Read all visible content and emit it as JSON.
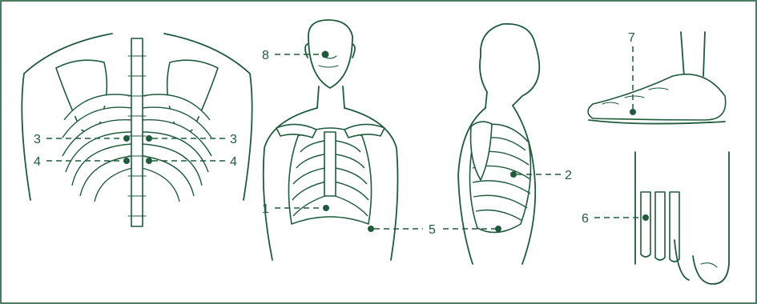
{
  "colors": {
    "ink": "#1f5b3c",
    "background": "#ffffff"
  },
  "labels": {
    "l1": "1",
    "l2": "2",
    "l3_left": "3",
    "l3_right": "3",
    "l4_left": "4",
    "l4_right": "4",
    "l5": "5",
    "l6": "6",
    "l7": "7",
    "l8": "8"
  }
}
